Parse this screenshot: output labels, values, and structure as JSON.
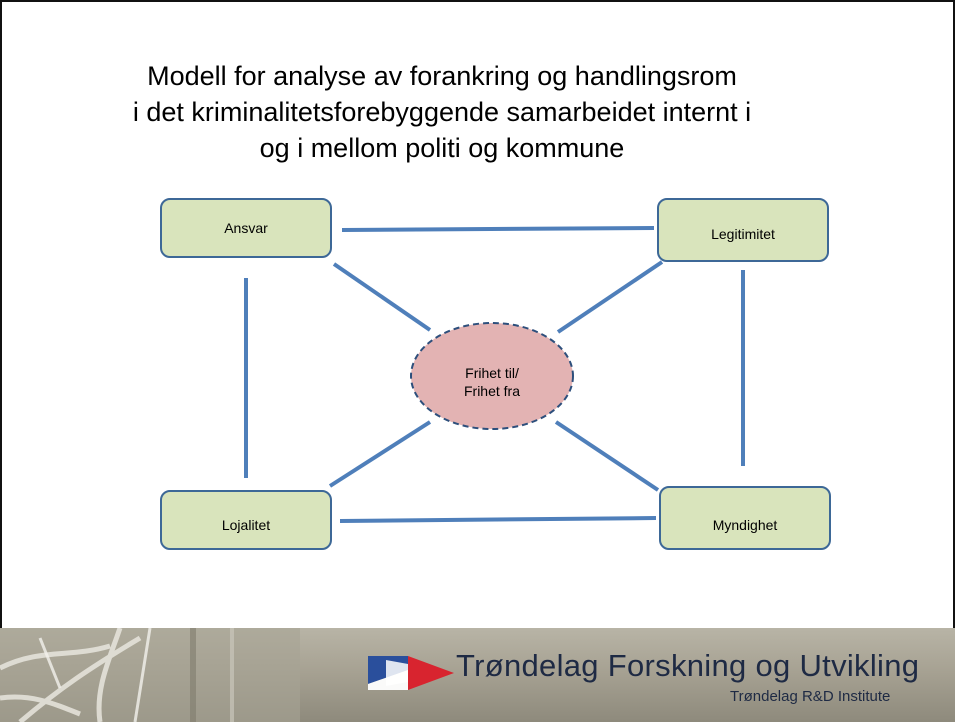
{
  "title": {
    "line1": "Modell for analyse av forankring og handlingsrom",
    "line2": "i det kriminalitetsforebyggende samarbeidet internt i",
    "line3": "og i mellom politi og kommune"
  },
  "nodes": {
    "ansvar": "Ansvar",
    "legitimitet": "Legitimitet",
    "lojalitet": "Lojalitet",
    "myndighet": "Myndighet",
    "center_line1": "Frihet til/",
    "center_line2": "Frihet fra"
  },
  "colors": {
    "box_fill": "#d9e4bc",
    "box_border": "#3d6897",
    "connector": "#4f7fba",
    "center_fill": "#e3b3b3",
    "center_border": "#2d4f7c"
  },
  "footer": {
    "org_name": "Trøndelag Forskning og Utvikling",
    "org_sub": "Trøndelag R&D Institute"
  }
}
